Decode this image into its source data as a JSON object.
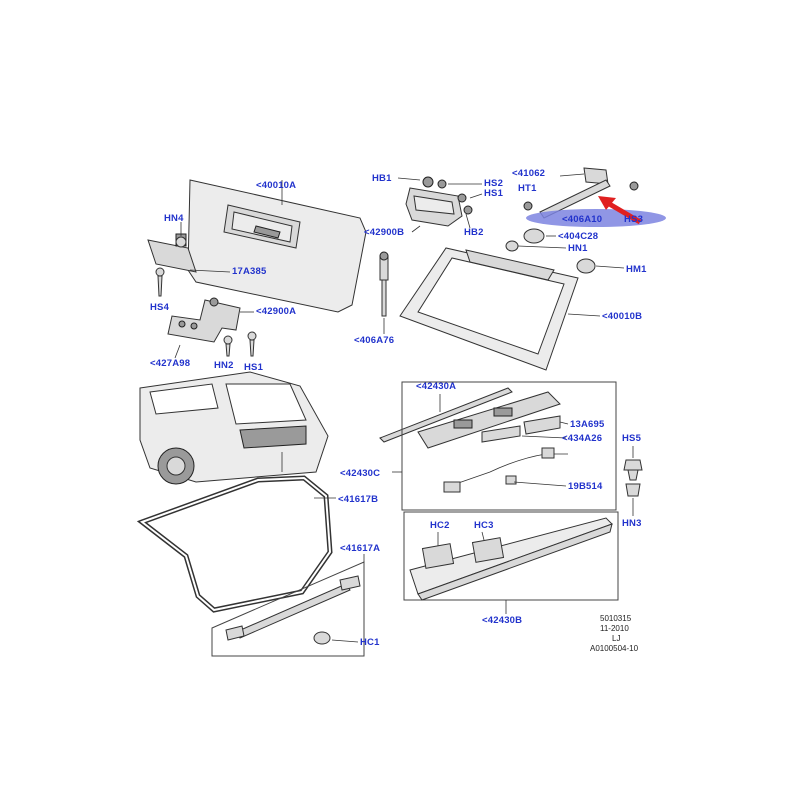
{
  "labels": {
    "l40010A": "<40010A",
    "hn4": "HN4",
    "l17A385": "17A385",
    "hs4": "HS4",
    "l42900A": "<42900A",
    "l427A98": "<427A98",
    "hn2": "HN2",
    "hs1_bottom": "HS1",
    "hb1": "HB1",
    "hs2": "HS2",
    "hs1_top": "HS1",
    "l42900B": "<42900B",
    "hb2": "HB2",
    "l406A76": "<406A76",
    "l41062": "<41062",
    "ht1": "HT1",
    "l406A10": "<406A10",
    "hs3": "HS3",
    "l404C28": "<404C28",
    "hn1": "HN1",
    "hm1": "HM1",
    "l40010B": "<40010B",
    "l42430A": "<42430A",
    "l13A695": "13A695",
    "l434A26": "<434A26",
    "l42430C": "<42430C",
    "l19B514": "19B514",
    "hs5": "HS5",
    "hn3": "HN3",
    "l41617B": "<41617B",
    "l41617A": "<41617A",
    "hc2": "HC2",
    "hc3": "HC3",
    "hc1": "HC1",
    "l42430B": "<42430B"
  },
  "reference": {
    "line1": "5010315",
    "line2": "11-2010",
    "line3": "LJ",
    "line4": "A0100504-10"
  },
  "colors": {
    "label": "#2233cc",
    "highlight": "#7d84e0",
    "arrow": "#e02020"
  }
}
